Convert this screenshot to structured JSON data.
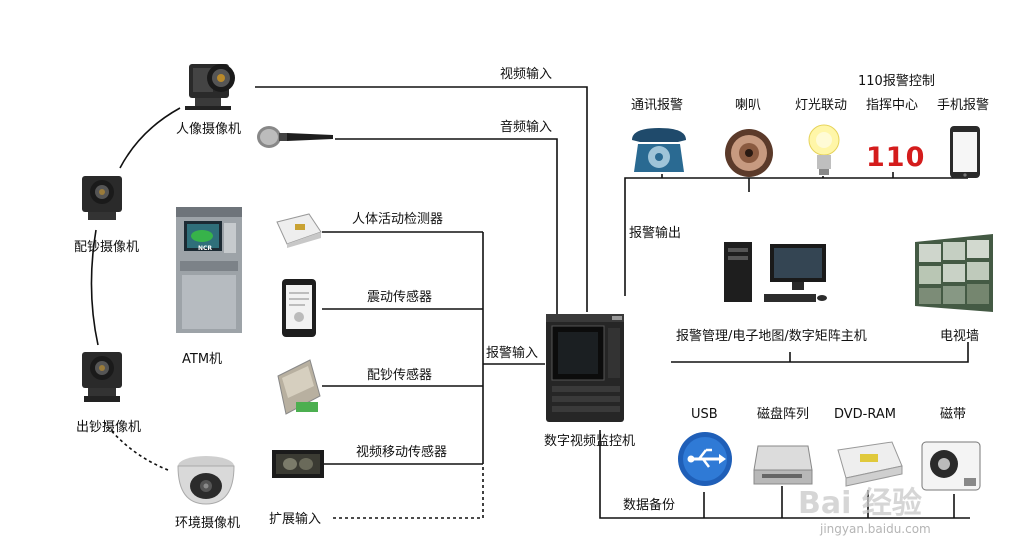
{
  "cameras": {
    "portrait": "人像摄像机",
    "cash_dispense": "配钞摄像机",
    "cash_out": "出钞摄像机",
    "environment": "环境摄像机"
  },
  "atm": {
    "label": "ATM机",
    "logo": "NCR"
  },
  "inputs": {
    "video": "视频输入",
    "audio": "音频输入",
    "alarm": "报警输入",
    "expand": "扩展输入"
  },
  "sensors": {
    "body_activity": "人体活动检测器",
    "vibration": "震动传感器",
    "cash_sensor": "配钞传感器",
    "video_motion": "视频移动传感器"
  },
  "dvr": {
    "label": "数字视频监控机"
  },
  "alarm_outputs": {
    "label": "报警输出",
    "header_110": "110报警控制",
    "items": [
      "通讯报警",
      "喇叭",
      "灯光联动",
      "指挥中心",
      "手机报警"
    ],
    "badge_110": "110"
  },
  "management": {
    "host": "报警管理/电子地图/数字矩阵主机",
    "tv_wall": "电视墙"
  },
  "backup": {
    "label": "数据备份",
    "items": [
      "USB",
      "磁盘阵列",
      "DVD-RAM",
      "磁带"
    ]
  },
  "watermark": {
    "brand": "Bai 经验",
    "url": "jingyan.baidu.com"
  }
}
